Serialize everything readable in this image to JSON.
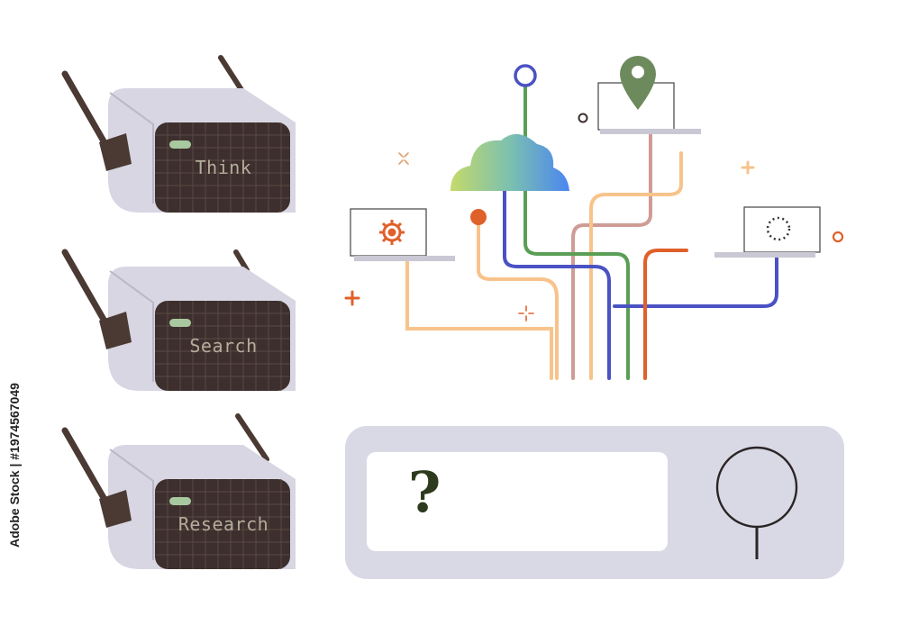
{
  "devices": [
    {
      "label": "Think"
    },
    {
      "label": "Search"
    },
    {
      "label": "Research"
    }
  ],
  "side_text": "Adobe Stock | #1974567049",
  "search": {
    "placeholder_glyph": "?"
  },
  "icons": {
    "cloud": "cloud-icon",
    "location": "location-pin-icon",
    "gear": "gear-icon",
    "loading": "loading-ring-icon",
    "search": "magnifier-icon"
  },
  "colors": {
    "device_body": "#d7d6e2",
    "device_screen": "#3d2f2d",
    "antenna": "#4a3a33",
    "orange": "#e0602a",
    "peach": "#f7c38b",
    "blue": "#4a52c4",
    "green": "#5a9e56",
    "mauve": "#cf9c95",
    "panel": "#d9d9e6"
  }
}
